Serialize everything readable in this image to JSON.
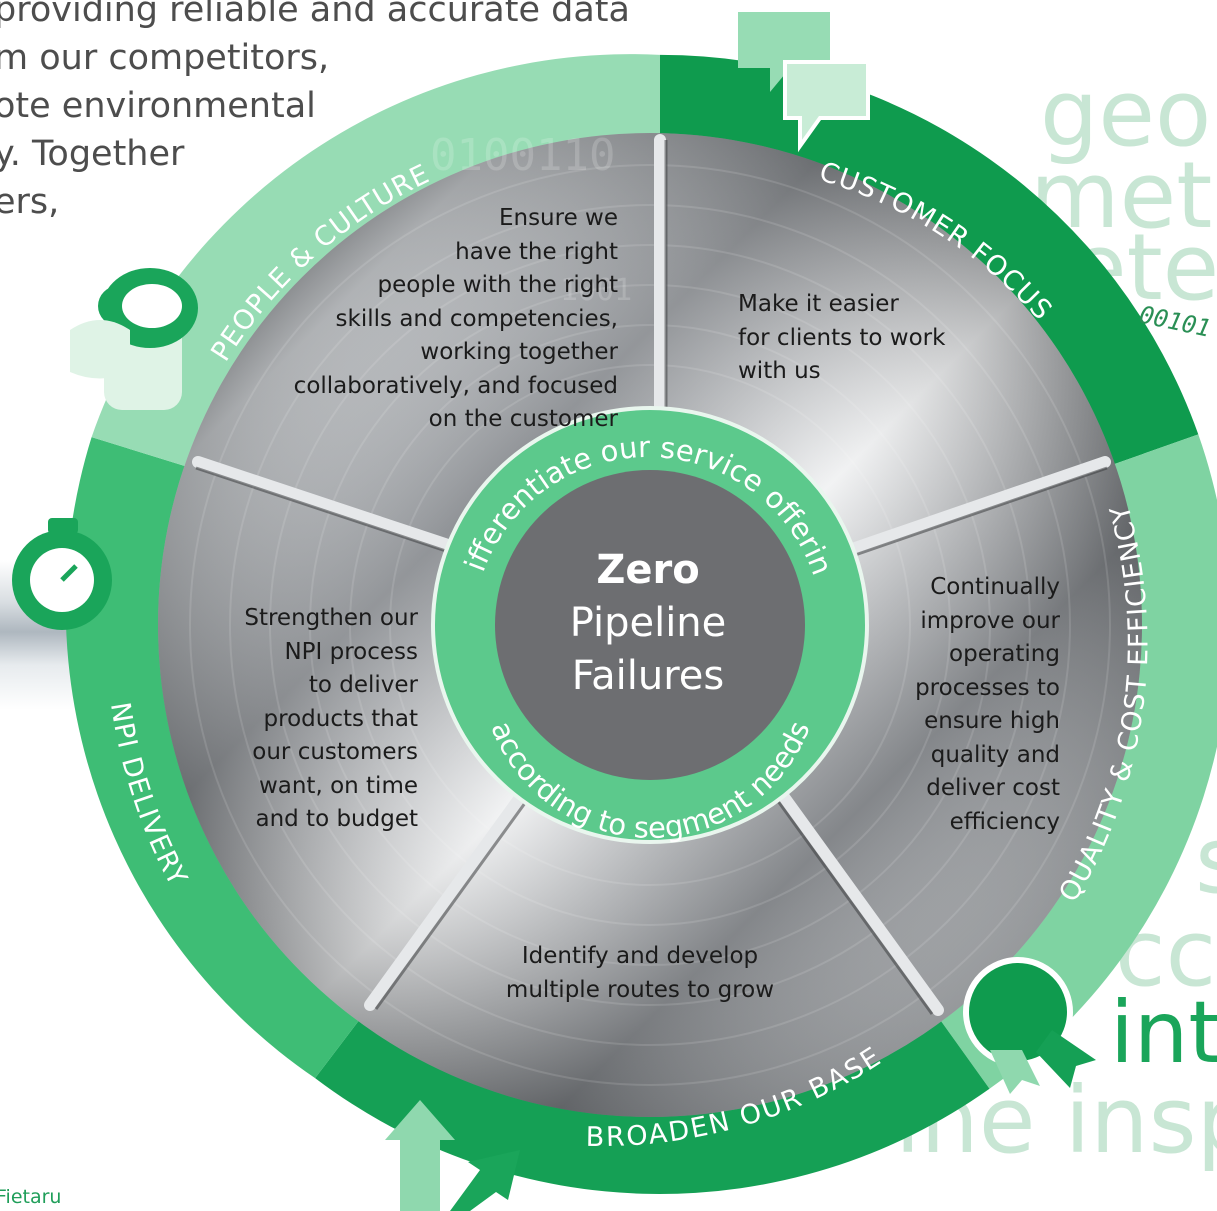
{
  "intro_lines": [
    "providing reliable and accurate data",
    "m our competitors,",
    "ote environmental",
    "y. Together",
    "ers,"
  ],
  "background_words": [
    "geo",
    "met",
    "ete",
    "cc",
    "int",
    "ine insp",
    "s"
  ],
  "binary_snippets": [
    "00101",
    "0100110",
    "1001"
  ],
  "photo_credit": "Fietaru",
  "hub": {
    "line1": "Zero",
    "line2": "Pipeline",
    "line3": "Failures"
  },
  "inner_ring": {
    "top": "Differentiate our service offering",
    "bottom": "according to segment needs"
  },
  "outer_ring": {
    "people_culture": "PEOPLE & CULTURE",
    "customer_focus": "CUSTOMER FOCUS",
    "quality_cost": "QUALITY & COST EFFICIENCY",
    "broaden_base": "BROADEN OUR BASE",
    "npi_delivery": "NPI DELIVERY"
  },
  "segments": {
    "people_culture": "Ensure we\nhave the right\npeople with the right\nskills and competencies,\nworking together\ncollaboratively, and focused\non the customer",
    "customer_focus": "Make it easier\nfor clients to work\nwith us",
    "quality_cost": "Continually\nimprove our\noperating\nprocesses to\nensure high\nquality and\ndeliver cost\nefficiency",
    "broaden_base": "Identify and develop\nmultiple routes to grow",
    "npi_delivery": "Strengthen our\nNPI process\nto deliver\nproducts that\nour customers\nwant, on time\nand to budget"
  },
  "icons": {
    "customer_focus": "speech-bubbles-icon",
    "people_culture": "people-icon",
    "npi_delivery": "stopwatch-icon",
    "quality_cost": "award-rosette-icon",
    "broaden_base": "growth-arrows-icon"
  },
  "colors": {
    "ring_green": "#2fb56a",
    "ring_dark_green": "#0f9b4e",
    "ring_light_green": "#8fd8ae",
    "hub_grey": "#6d6e71",
    "inner_ring_green": "#5cc98c"
  }
}
